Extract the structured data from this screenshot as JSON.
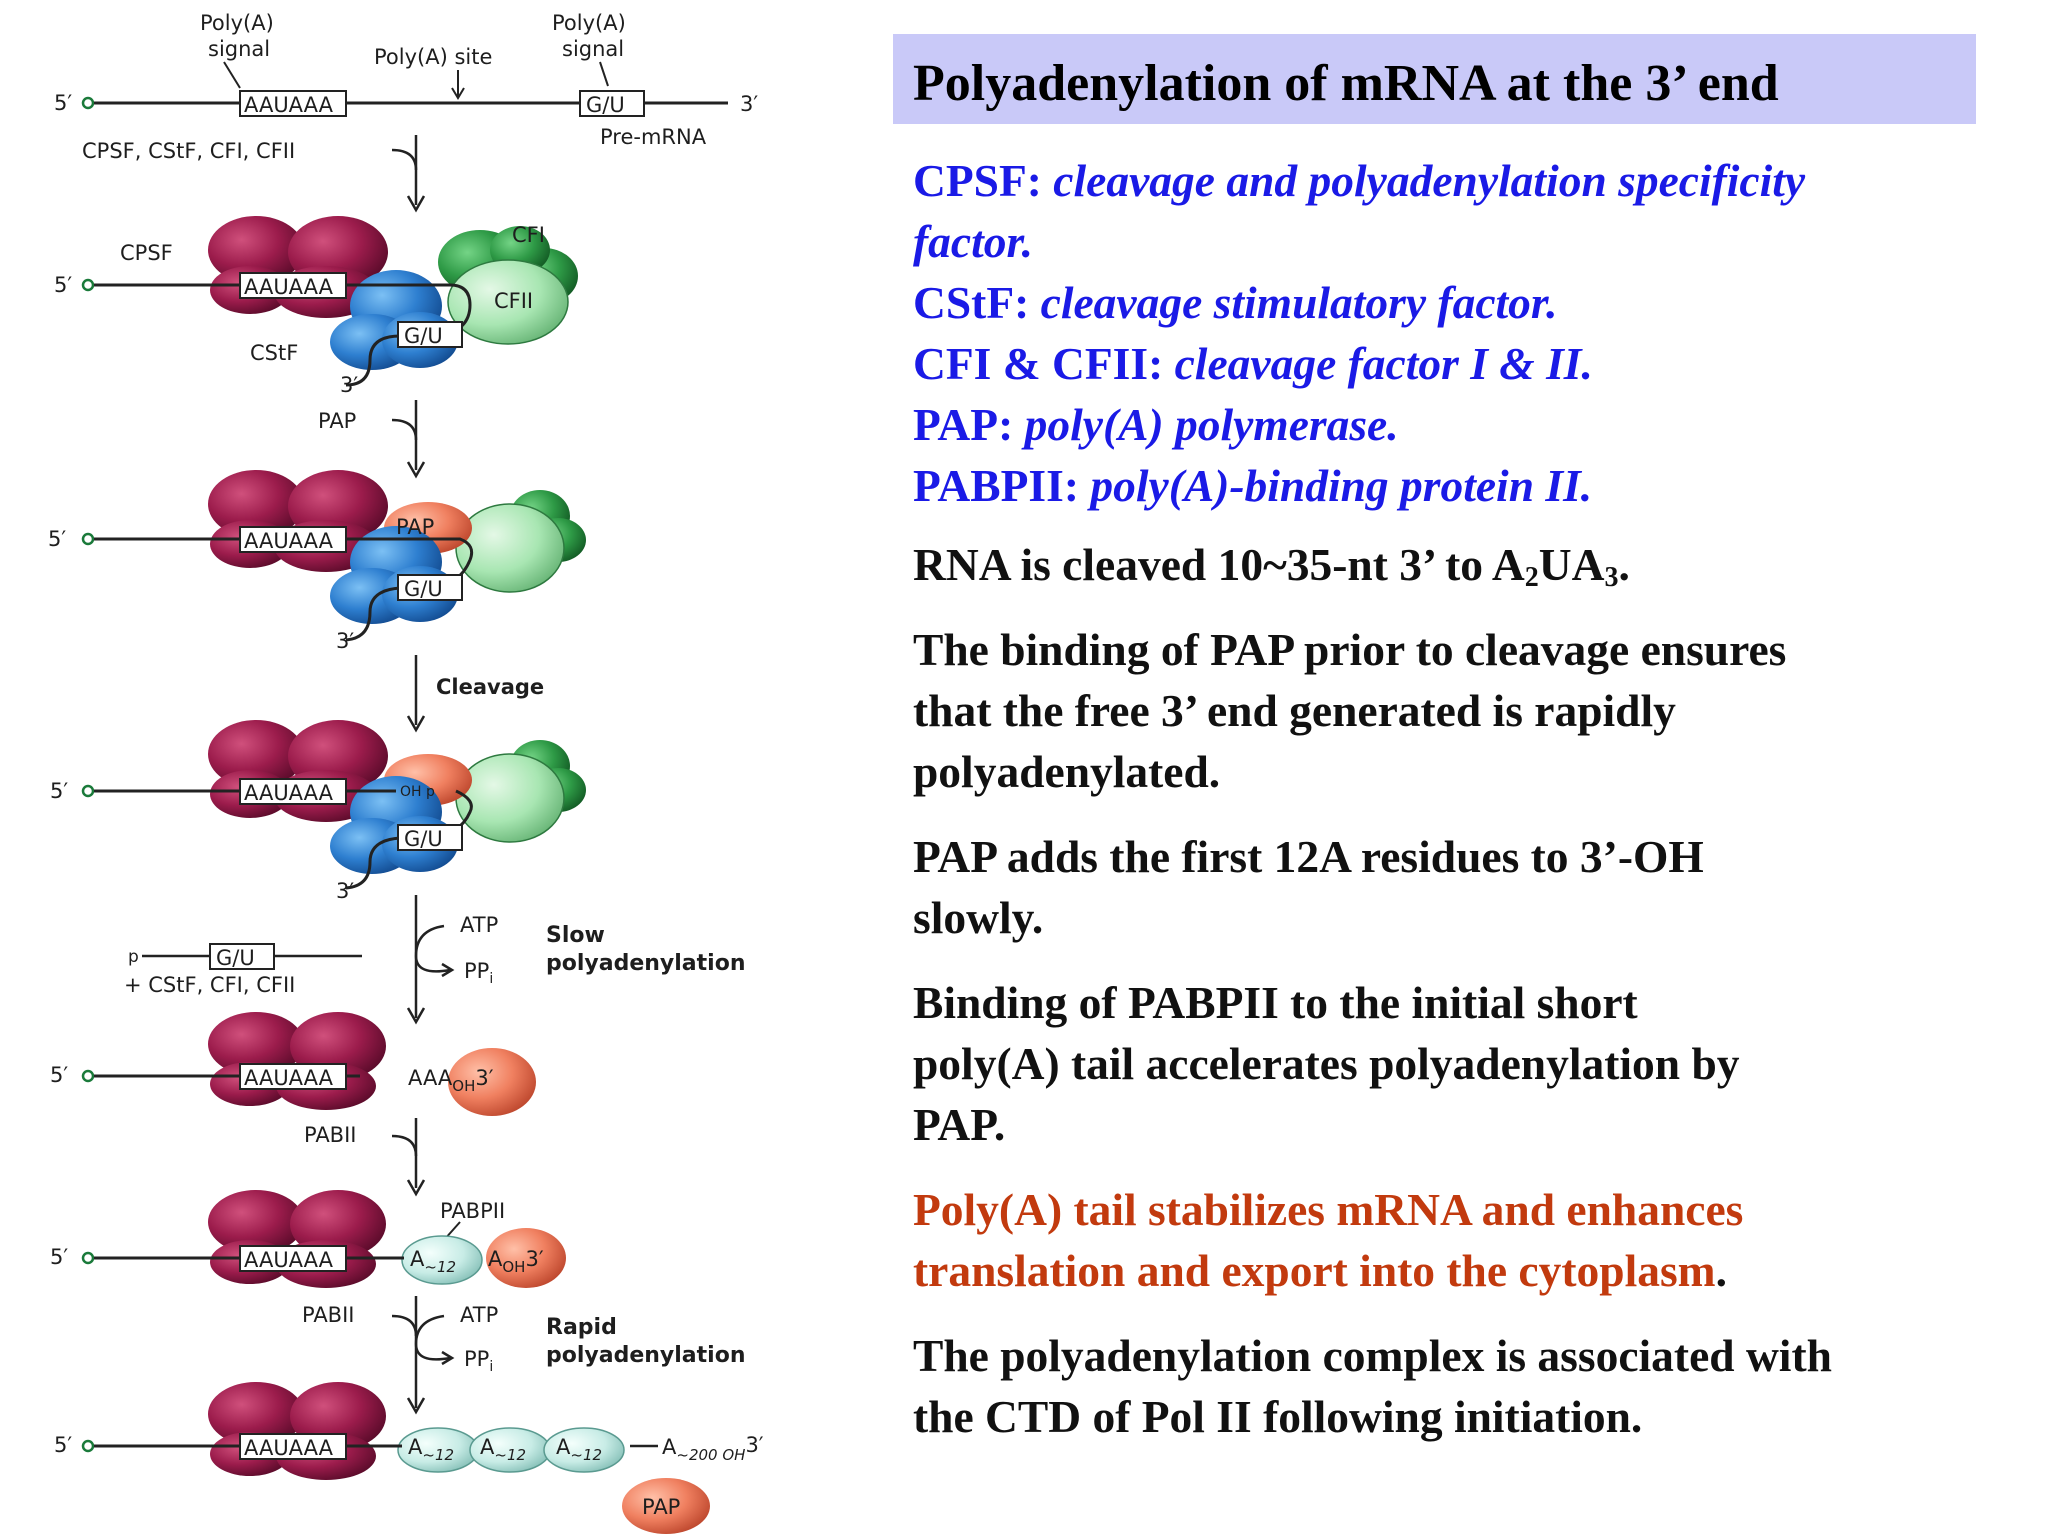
{
  "diagram": {
    "top": {
      "poly_a_signal_1": "Poly(A)",
      "poly_a_signal_1b": "signal",
      "poly_a_site": "Poly(A) site",
      "poly_a_signal_2": "Poly(A)",
      "poly_a_signal_2b": "signal",
      "five_prime": "5′",
      "three_prime": "3′",
      "aauaaa": "AAUAAA",
      "gu": "G/U",
      "pre_mrna": "Pre-mRNA",
      "factors": "CPSF, CStF, CFI, CFII"
    },
    "stage2": {
      "cpsf": "CPSF",
      "cfi": "CFI",
      "cfii": "CFII",
      "cstf": "CStF",
      "three": "3′",
      "pap": "PAP"
    },
    "stage3": {
      "pap": "PAP",
      "three": "3′",
      "cleavage": "Cleavage"
    },
    "stage4": {
      "ohp": "OH p",
      "three": "3′",
      "atp": "ATP",
      "ppi": "PP",
      "ppi_sub": "i",
      "slow": "Slow",
      "polyadenylation": "polyadenylation"
    },
    "released": {
      "p": "p",
      "gu": "G/U",
      "factors": "+ CStF, CFI, CFII"
    },
    "stage5": {
      "aa": "AA",
      "a_oh": "A",
      "oh3": "OH",
      "three": "3′",
      "pabii": "PABII"
    },
    "stage6": {
      "pabpii": "PABPII",
      "a12": "A",
      "a12_sub": "~12",
      "aoh": "A",
      "oh": "OH",
      "three": "3′",
      "pabii": "PABII",
      "atp": "ATP",
      "ppi": "PP",
      "ppi_sub": "i",
      "rapid": "Rapid",
      "polyadenylation": "polyadenylation"
    },
    "stage7": {
      "a12": "A",
      "a12_sub": "~12",
      "a200": "A",
      "a200_sub": "~200 OH",
      "three": "3′",
      "pap": "PAP"
    }
  },
  "title": "Polyadenylation of mRNA at the 3’ end",
  "definitions": [
    {
      "abbr": "CPSF:",
      "text": "cleavage and polyadenylation specificity",
      "text2": "factor."
    },
    {
      "abbr": "CStF:",
      "text": "cleavage stimulatory factor."
    },
    {
      "abbr": "CFI & CFII:",
      "text": "cleavage factor I & II."
    },
    {
      "abbr": "PAP:",
      "text": "poly(A) polymerase."
    },
    {
      "abbr": "PABPII:",
      "text": "poly(A)-binding protein II."
    }
  ],
  "statements": {
    "cleave_a": "RNA is cleaved 10~35-nt 3’ to A",
    "cleave_sub1": "2",
    "cleave_b": "UA",
    "cleave_sub2": "3",
    "cleave_c": ".",
    "pap_binding": [
      "The binding of PAP prior to cleavage ensures",
      "that the free 3’ end generated is rapidly",
      "polyadenylated."
    ],
    "first12": [
      "PAP adds the first 12A residues to 3’-OH",
      "slowly."
    ],
    "pabpii": [
      "Binding of PABPII to the initial short",
      "poly(A) tail accelerates polyadenylation by",
      "PAP."
    ],
    "stabilizes": [
      "Poly(A) tail stabilizes mRNA and enhances",
      "translation and export into the cytoplasm"
    ],
    "stabilizes_end": ".",
    "ctd": [
      "The polyadenylation complex is associated with",
      "the CTD of Pol II following initiation."
    ]
  },
  "colors": {
    "title_bg": "#c9c9f8",
    "blue": "#1a1ae6",
    "red": "#c23a0e",
    "cpsf": "#9c1c4c",
    "cstf": "#2e7fd0",
    "cfi": "#2e9a46",
    "cfii": "#a8e6b2",
    "pap": "#f08060",
    "pabpii": "#c8ece6"
  }
}
